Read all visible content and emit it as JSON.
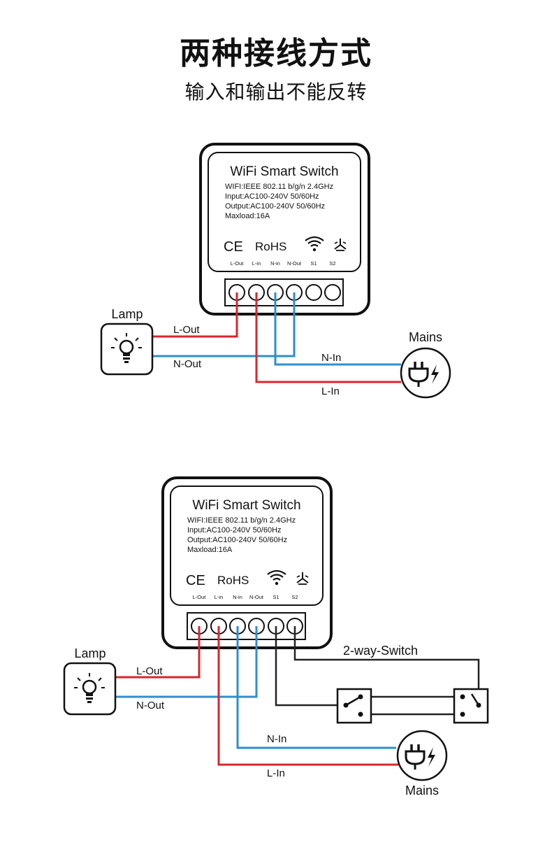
{
  "header": {
    "title": "两种接线方式",
    "subtitle": "输入和输出不能反转"
  },
  "colors": {
    "live": "#d9262e",
    "neutral": "#2c8fcf",
    "switch_wire": "#222222",
    "outline": "#111111"
  },
  "device": {
    "name": "WiFi Smart Switch",
    "specs": [
      "WIFI:IEEE 802.11 b/g/n 2.4GHz",
      "Input:AC100-240V 50/60Hz",
      "Output:AC100-240V 50/60Hz",
      "Maxload:16A"
    ],
    "cert_ce": "CE",
    "cert_rohs": "RoHS",
    "terminals": [
      "L-Out",
      "L-in",
      "N-in",
      "N-Out",
      "S1",
      "S2"
    ]
  },
  "diagram1": {
    "lamp_label": "Lamp",
    "mains_label": "Mains",
    "wire_l_out": "L-Out",
    "wire_n_out": "N-Out",
    "wire_n_in": "N-In",
    "wire_l_in": "L-In"
  },
  "diagram2": {
    "lamp_label": "Lamp",
    "mains_label": "Mains",
    "wire_l_out": "L-Out",
    "wire_n_out": "N-Out",
    "wire_n_in": "N-In",
    "wire_l_in": "L-In",
    "switch_label": "2-way-Switch"
  }
}
